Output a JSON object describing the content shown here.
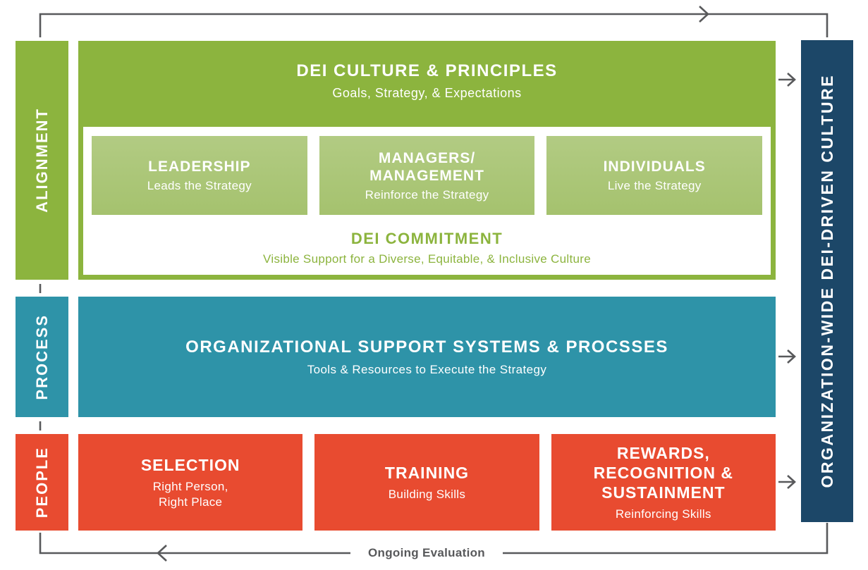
{
  "colors": {
    "green": "#8cb43e",
    "light_green": "#adc87a",
    "teal": "#2e93a8",
    "red": "#e84b30",
    "navy": "#1c4768",
    "line_gray": "#58595b"
  },
  "left_rail": {
    "alignment_label": "ALIGNMENT",
    "process_label": "PROCESS",
    "people_label": "PEOPLE"
  },
  "right_rail": {
    "label": "ORGANIZATION-WIDE DEI-DRIVEN CULTURE"
  },
  "culture_box": {
    "title": "DEI CULTURE & PRINCIPLES",
    "subtitle": "Goals, Strategy, & Expectations",
    "roles": [
      {
        "title": "LEADERSHIP",
        "subtitle": "Leads the Strategy"
      },
      {
        "title": "MANAGERS/\nMANAGEMENT",
        "subtitle": "Reinforce the Strategy"
      },
      {
        "title": "INDIVIDUALS",
        "subtitle": "Live the Strategy"
      }
    ],
    "commitment_title": "DEI COMMITMENT",
    "commitment_subtitle": "Visible Support for a Diverse, Equitable, & Inclusive Culture"
  },
  "process_box": {
    "title": "ORGANIZATIONAL SUPPORT SYSTEMS & PROCSSES",
    "subtitle": "Tools & Resources to Execute the Strategy"
  },
  "people_boxes": [
    {
      "title": "SELECTION",
      "subtitle": "Right Person,\nRight Place"
    },
    {
      "title": "TRAINING",
      "subtitle": "Building Skills"
    },
    {
      "title": "REWARDS,\nRECOGNITION &\nSUSTAINMENT",
      "subtitle": "Reinforcing Skills"
    }
  ],
  "footer": {
    "evaluation_label": "Ongoing Evaluation"
  }
}
